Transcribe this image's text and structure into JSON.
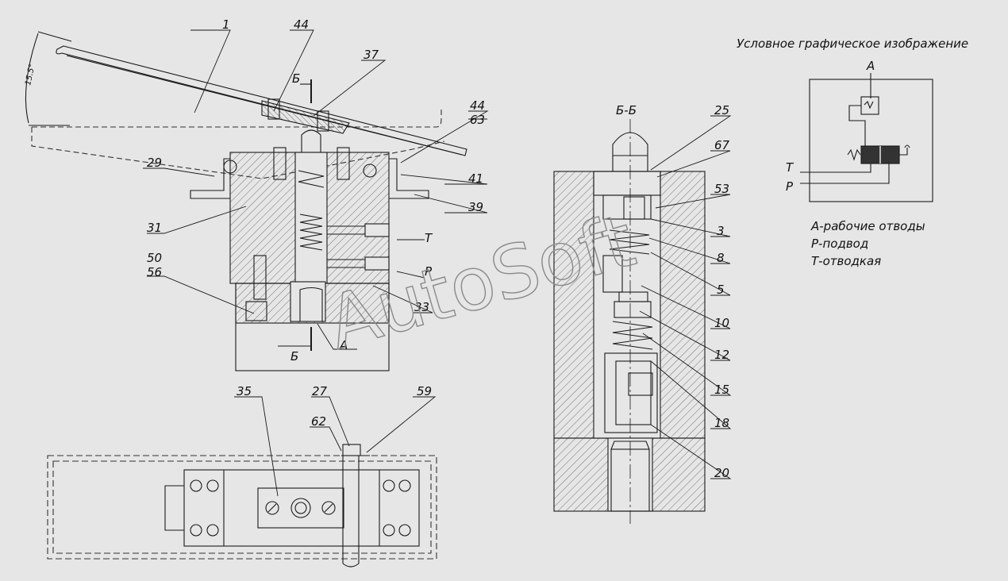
{
  "symbol_title": "Условное графическое изображение",
  "legend": {
    "port_a": "А",
    "port_t": "Т",
    "port_p": "Р",
    "line1": "А-рабочие отводы",
    "line2": "Р-подвод",
    "line3": "Т-отводкая"
  },
  "section_title": "Б-Б",
  "angle_dim": "15.5°",
  "watermark": "AutoSoft",
  "colors": {
    "line": "#1a1a1a",
    "background": "#e6e6e6",
    "hatch": "#444444"
  },
  "front_view": {
    "section_mark_top": "Б",
    "section_mark_bottom": "Б",
    "port_t": "Т",
    "port_p": "Р",
    "port_a": "А",
    "callouts": {
      "c1": "1",
      "c44a": "44",
      "c37": "37",
      "c44b": "44",
      "c63": "63",
      "c29": "29",
      "c41": "41",
      "c39": "39",
      "c31": "31",
      "c50": "50",
      "c56": "56",
      "c33": "33"
    }
  },
  "section_view": {
    "callouts": {
      "c25": "25",
      "c67": "67",
      "c53": "53",
      "c3": "3",
      "c8": "8",
      "c5": "5",
      "c10": "10",
      "c12": "12",
      "c15": "15",
      "c18": "18",
      "c20": "20"
    }
  },
  "plan_view": {
    "callouts": {
      "c35": "35",
      "c27": "27",
      "c59": "59",
      "c62": "62"
    }
  }
}
